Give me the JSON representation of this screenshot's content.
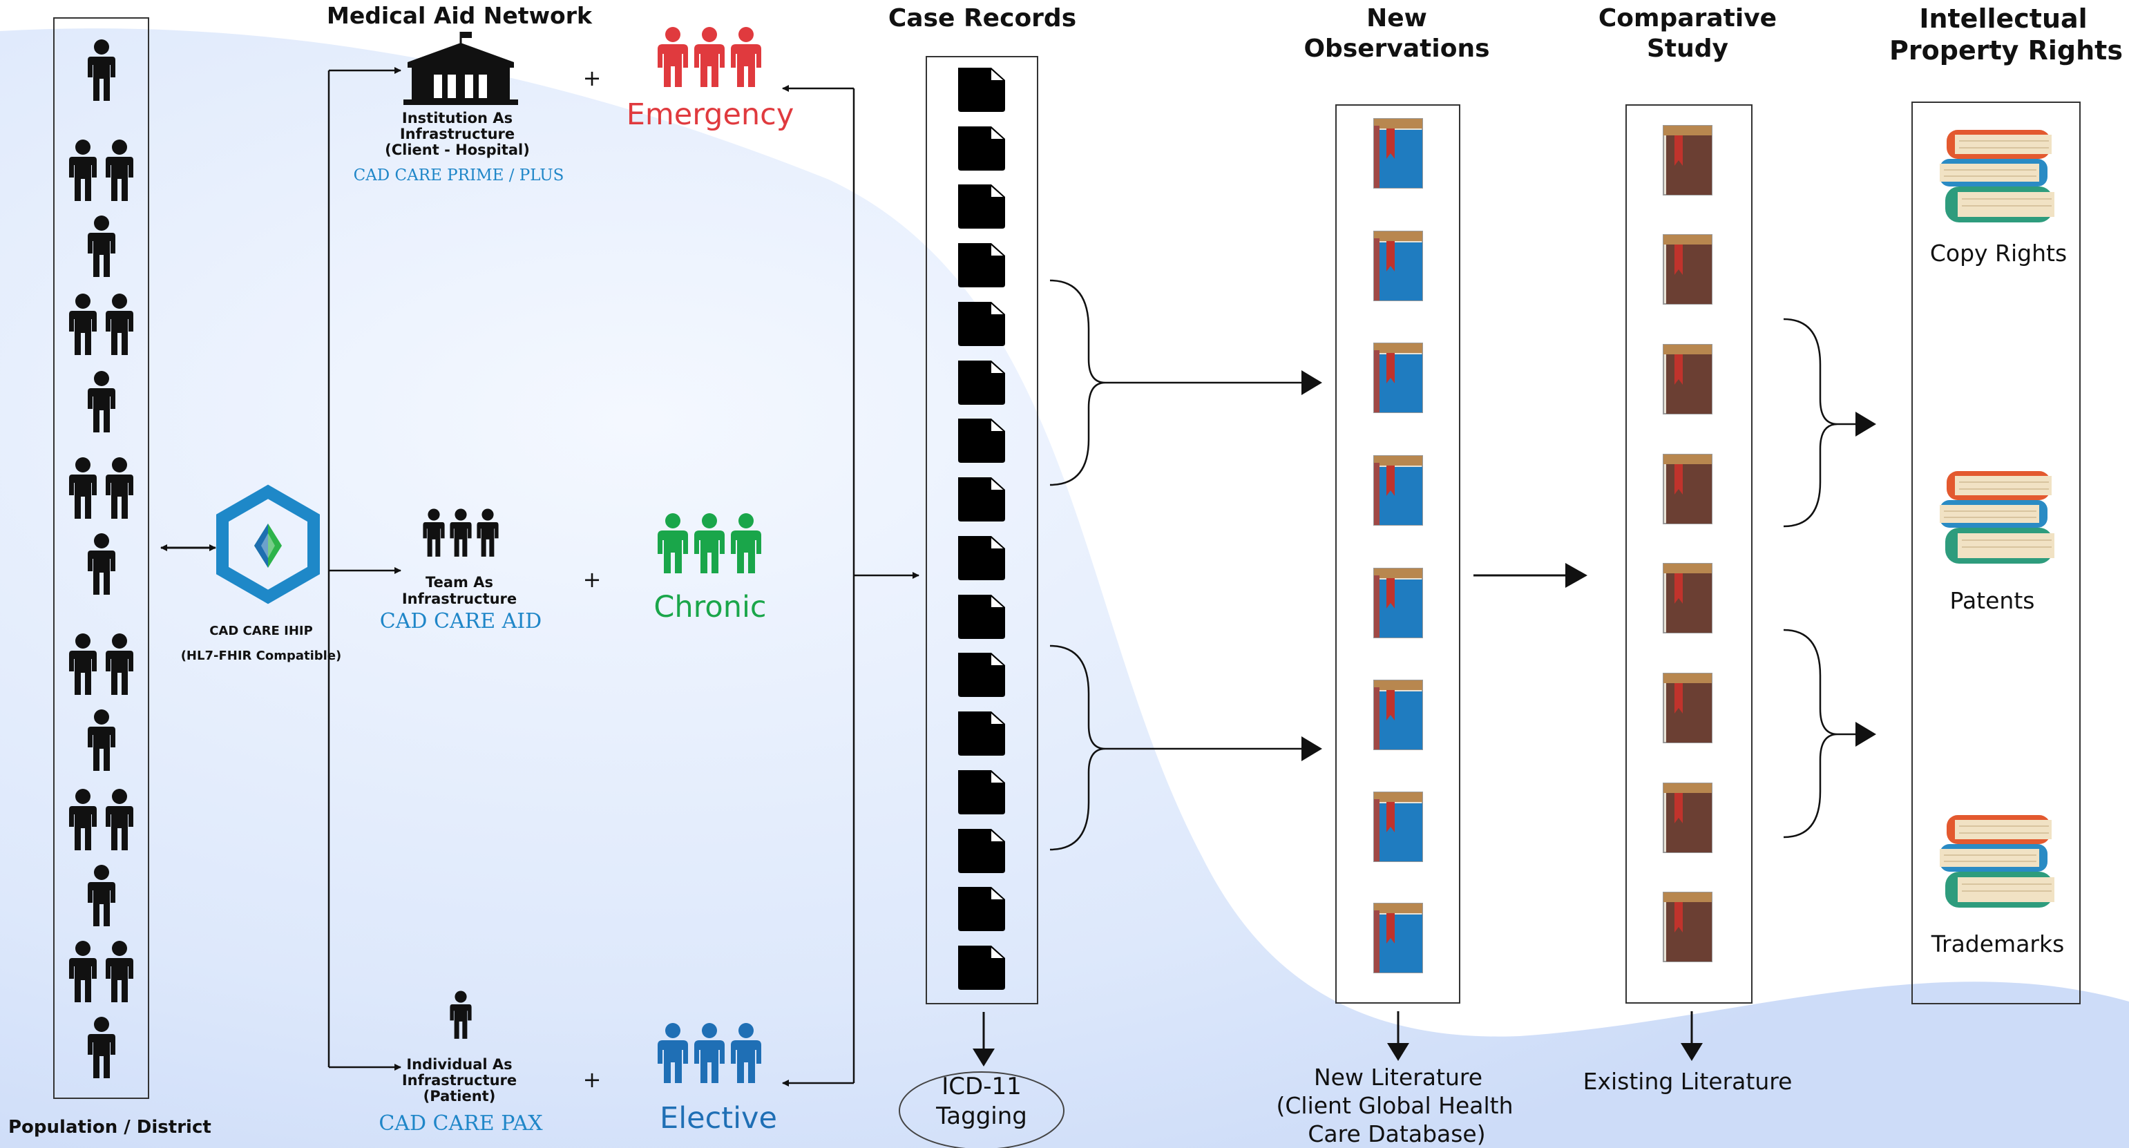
{
  "population": {
    "label": "Population / District"
  },
  "hub": {
    "name": "CAD CARE IHIP",
    "note": "(HL7-FHIR Compatible)"
  },
  "network": {
    "title": "Medical Aid Network",
    "institution": {
      "line1": "Institution As",
      "line2": "Infrastructure",
      "line3": "(Client - Hospital)",
      "product": "CAD CARE PRIME / PLUS"
    },
    "team": {
      "line1": "Team As",
      "line2": "Infrastructure",
      "product": "CAD CARE AID"
    },
    "individual": {
      "line1": "Individual As",
      "line2": "Infrastructure",
      "line3": "(Patient)",
      "product": "CAD CARE PAX"
    }
  },
  "care_types": {
    "emergency": {
      "label": "Emergency",
      "color": "#e03a3e"
    },
    "chronic": {
      "label": "Chronic",
      "color": "#1aa64a"
    },
    "elective": {
      "label": "Elective",
      "color": "#1f6fb5"
    }
  },
  "plus_sign": "+",
  "case_records": {
    "title": "Case Records",
    "tagging_line1": "ICD-11",
    "tagging_line2": "Tagging"
  },
  "new_observations": {
    "title_line1": "New",
    "title_line2": "Observations",
    "lit_line1": "New Literature",
    "lit_line2": "(Client Global Health",
    "lit_line3": "Care Database)"
  },
  "comparative_study": {
    "title_line1": "Comparative",
    "title_line2": "Study",
    "lit": "Existing Literature"
  },
  "ip_rights": {
    "title_line1": "Intellectual",
    "title_line2": "Property Rights",
    "items": [
      "Copy Rights",
      "Patents",
      "Trademarks"
    ]
  },
  "colors": {
    "product_text": "#1f86c8",
    "hub_blue": "#1e88c8",
    "hub_green": "#2db34a",
    "background_wave": "#dce8fb",
    "book_blue": "#1f7cc0",
    "book_brown": "#6b3f33"
  }
}
